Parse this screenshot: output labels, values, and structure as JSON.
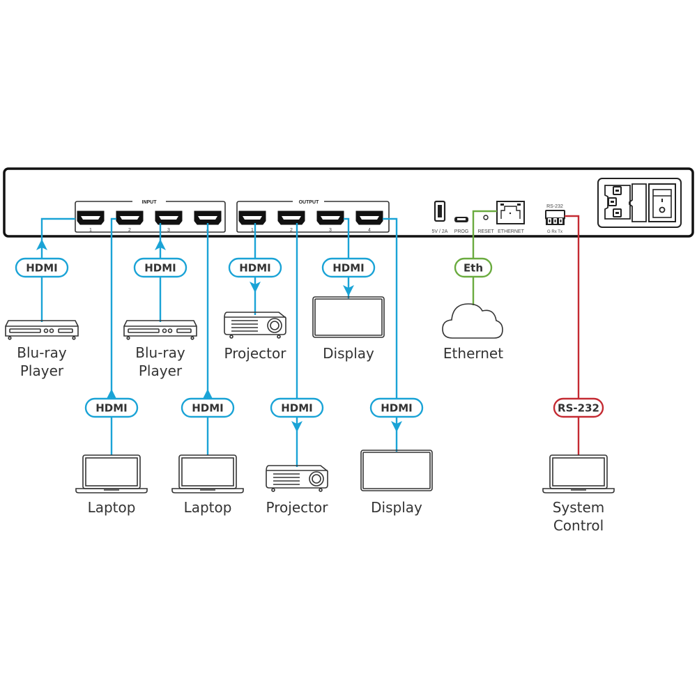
{
  "colors": {
    "hdmi": "#1aa3d6",
    "ethernet": "#6aab3f",
    "rs232": "#c42a32",
    "device": "#222222",
    "text": "#333333"
  },
  "panel": {
    "input_group_label": "INPUT",
    "output_group_label": "OUTPUT",
    "input_ports": [
      "1",
      "2",
      "3",
      "4"
    ],
    "output_ports": [
      "1",
      "2",
      "3",
      "4"
    ],
    "usb_label": "5V / 2A",
    "prog_label": "PROG",
    "reset_label": "RESET",
    "ethernet_label": "ETHERNET",
    "rs232_label": "RS-232",
    "rs232_pins": "G Rx Tx"
  },
  "connections": [
    {
      "id": "in1",
      "cable": "HDMI",
      "device": "Blu-ray Player",
      "label_lines": [
        "Blu-ray",
        "Player"
      ],
      "direction": "to-panel"
    },
    {
      "id": "in2",
      "cable": "HDMI",
      "device": "Laptop",
      "label_lines": [
        "Laptop"
      ],
      "direction": "to-panel"
    },
    {
      "id": "in3",
      "cable": "HDMI",
      "device": "Blu-ray Player",
      "label_lines": [
        "Blu-ray",
        "Player"
      ],
      "direction": "to-panel"
    },
    {
      "id": "in4",
      "cable": "HDMI",
      "device": "Laptop",
      "label_lines": [
        "Laptop"
      ],
      "direction": "to-panel"
    },
    {
      "id": "out1",
      "cable": "HDMI",
      "device": "Projector",
      "label_lines": [
        "Projector"
      ],
      "direction": "from-panel"
    },
    {
      "id": "out2",
      "cable": "HDMI",
      "device": "Projector",
      "label_lines": [
        "Projector"
      ],
      "direction": "from-panel"
    },
    {
      "id": "out3",
      "cable": "HDMI",
      "device": "Display",
      "label_lines": [
        "Display"
      ],
      "direction": "from-panel"
    },
    {
      "id": "out4",
      "cable": "HDMI",
      "device": "Display",
      "label_lines": [
        "Display"
      ],
      "direction": "from-panel"
    },
    {
      "id": "eth",
      "cable": "Eth",
      "device": "Ethernet",
      "label_lines": [
        "Ethernet"
      ],
      "direction": "none"
    },
    {
      "id": "rs",
      "cable": "RS-232",
      "device": "System Control",
      "label_lines": [
        "System",
        "Control"
      ],
      "direction": "none"
    }
  ]
}
